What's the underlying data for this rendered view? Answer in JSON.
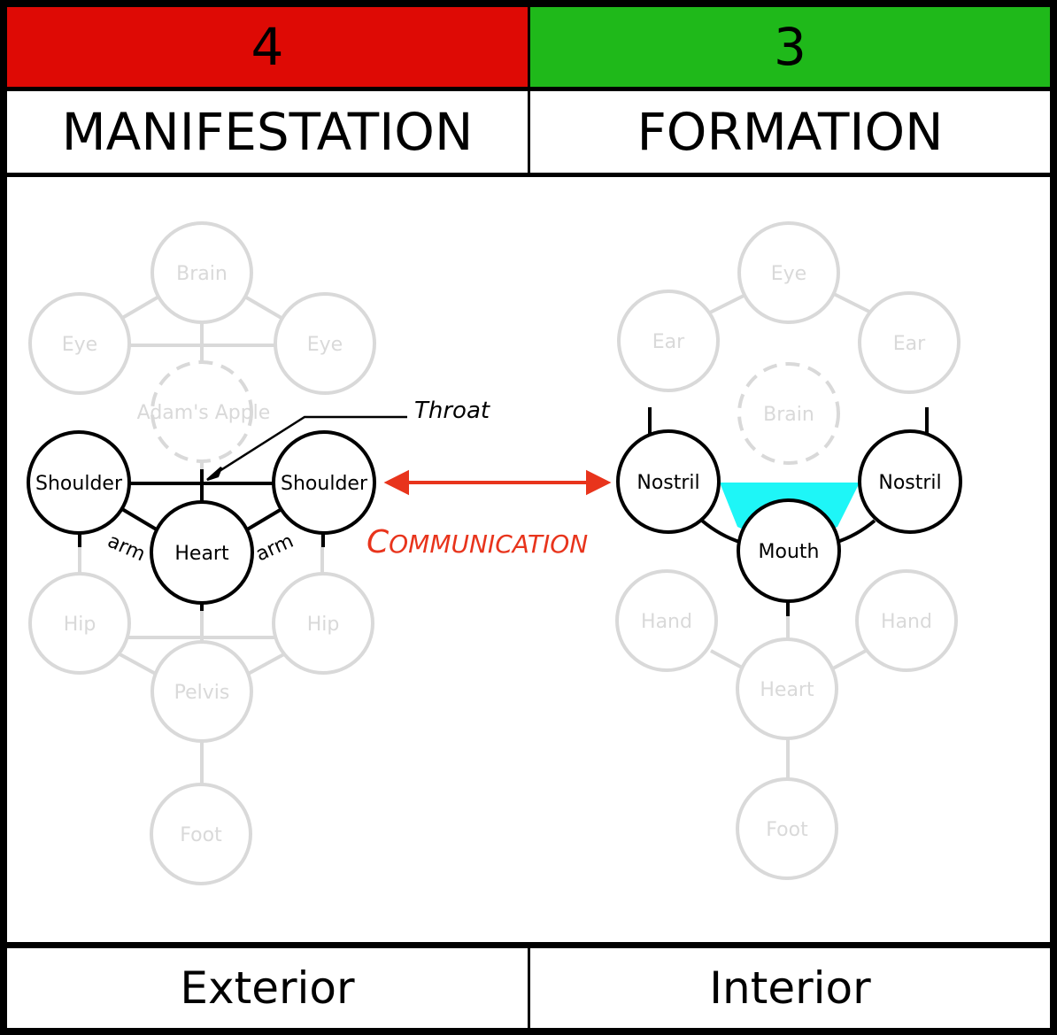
{
  "header": {
    "left_number": "4",
    "right_number": "3",
    "left_title": "MANIFESTATION",
    "right_title": "FORMATION"
  },
  "footer": {
    "left_label": "Exterior",
    "right_label": "Interior"
  },
  "colors": {
    "left_header": "#de0a05",
    "right_header": "#1fb91a",
    "arrow": "#e8341c",
    "highlight": "#1ef6f7",
    "faded": "#d9d9d9"
  },
  "left_tree": {
    "brain": "Brain",
    "eye_left": "Eye",
    "eye_right": "Eye",
    "adams_apple": "Adam's Apple",
    "shoulder_left": "Shoulder",
    "shoulder_right": "Shoulder",
    "heart": "Heart",
    "hip_left": "Hip",
    "hip_right": "Hip",
    "pelvis": "Pelvis",
    "foot": "Foot",
    "arm_left": "arm",
    "arm_right": "arm",
    "throat": "Throat"
  },
  "right_tree": {
    "eye": "Eye",
    "ear_left": "Ear",
    "ear_right": "Ear",
    "brain": "Brain",
    "nostril_left": "Nostril",
    "nostril_right": "Nostril",
    "mouth": "Mouth",
    "hand_left": "Hand",
    "hand_right": "Hand",
    "heart": "Heart",
    "foot": "Foot"
  },
  "connector": {
    "label_first": "C",
    "label_rest": "OMMUNICATION"
  }
}
